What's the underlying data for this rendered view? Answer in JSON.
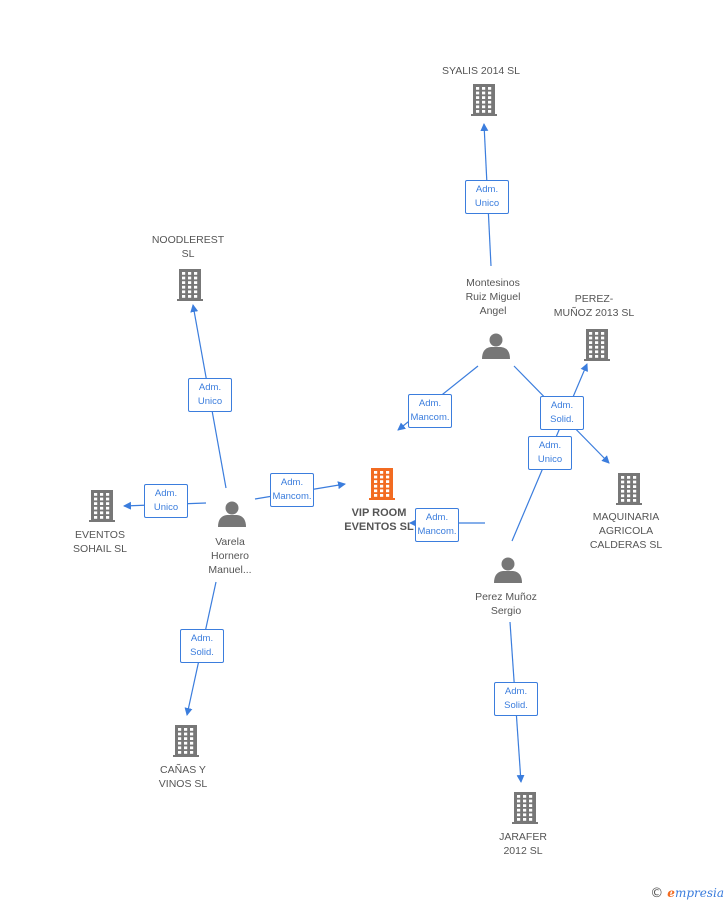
{
  "colors": {
    "edge": "#3b7ddd",
    "company": "#777777",
    "main_company": "#f26b21",
    "person": "#777777",
    "text": "#555555"
  },
  "nodes": [
    {
      "id": "syalis",
      "type": "company",
      "label": "SYALIS 2014  SL"
    },
    {
      "id": "noodlerest",
      "type": "company",
      "label": "NOODLEREST\nSL"
    },
    {
      "id": "montesinos",
      "type": "person",
      "label": "Montesinos\nRuiz Miguel\nAngel"
    },
    {
      "id": "perezmunoz2013",
      "type": "company",
      "label": "PEREZ-\nMUÑOZ 2013  SL"
    },
    {
      "id": "eventos_sohail",
      "type": "company",
      "label": "EVENTOS\nSOHAIL SL"
    },
    {
      "id": "varela",
      "type": "person",
      "label": "Varela\nHornero\nManuel..."
    },
    {
      "id": "viproom",
      "type": "main_company",
      "label": "VIP ROOM\nEVENTOS SL"
    },
    {
      "id": "maquinaria",
      "type": "company",
      "label": "MAQUINARIA\nAGRICOLA\nCALDERAS SL"
    },
    {
      "id": "perez_sergio",
      "type": "person",
      "label": "Perez Muñoz\nSergio"
    },
    {
      "id": "canas",
      "type": "company",
      "label": "CAÑAS Y\nVINOS SL"
    },
    {
      "id": "jarafer",
      "type": "company",
      "label": "JARAFER\n2012 SL"
    }
  ],
  "edges": [
    {
      "from": "montesinos",
      "to": "syalis",
      "label": "Adm.\nUnico"
    },
    {
      "from": "varela",
      "to": "noodlerest",
      "label": "Adm.\nUnico"
    },
    {
      "from": "varela",
      "to": "eventos_sohail",
      "label": "Adm.\nUnico"
    },
    {
      "from": "varela",
      "to": "viproom",
      "label": "Adm.\nMancom."
    },
    {
      "from": "varela",
      "to": "canas",
      "label": "Adm.\nSolid."
    },
    {
      "from": "montesinos",
      "to": "viproom",
      "label": "Adm.\nMancom."
    },
    {
      "from": "montesinos",
      "to": "maquinaria",
      "label": "Adm.\nSolid."
    },
    {
      "from": "perez_sergio",
      "to": "perezmunoz2013",
      "label": "Adm.\nUnico"
    },
    {
      "from": "perez_sergio",
      "to": "viproom",
      "label": "Adm.\nMancom."
    },
    {
      "from": "perez_sergio",
      "to": "jarafer",
      "label": "Adm.\nSolid."
    }
  ],
  "brand": {
    "copyright": "©",
    "initial": "e",
    "rest": "mpresia"
  }
}
